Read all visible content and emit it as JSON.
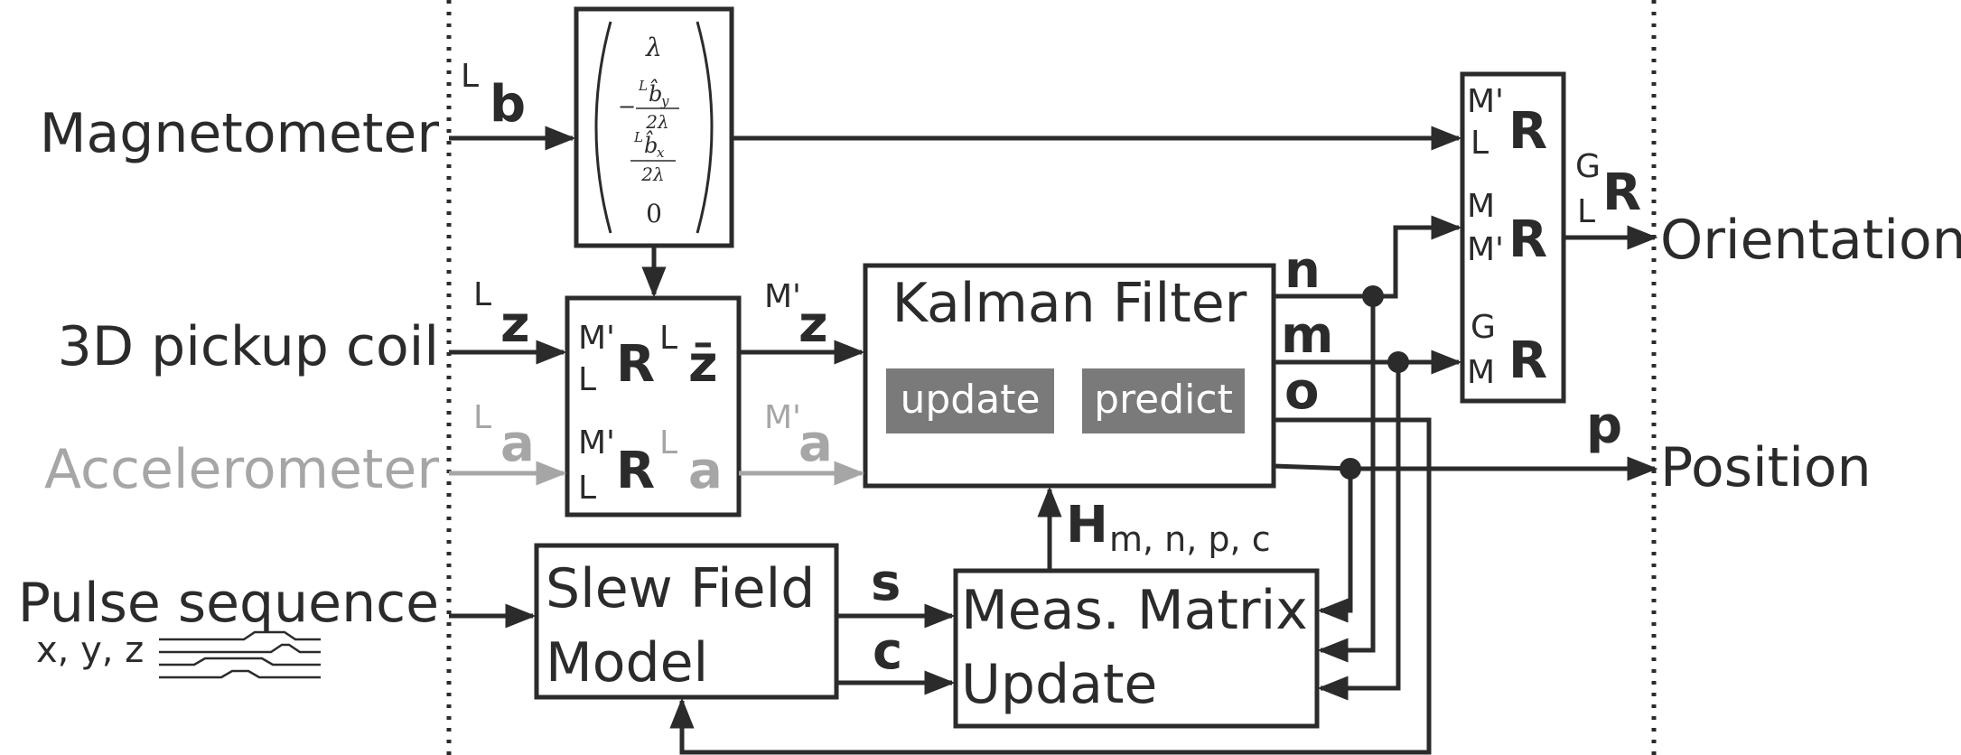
{
  "colors": {
    "fg": "#2b2b2b",
    "dim": "#a6a6a6",
    "btn": "#7a7a7a",
    "btn_text": "#ffffff"
  },
  "inputs": {
    "magnetometer": "Magnetometer",
    "pickup_coil": "3D pickup coil",
    "accelerometer": "Accelerometer",
    "pulse_sequence": "Pulse sequence",
    "pulse_axes": "x, y, z"
  },
  "outputs": {
    "orientation": "Orientation",
    "position": "Position"
  },
  "signals": {
    "b": "b",
    "b_frame": "L",
    "z": "z",
    "z_frame": "L",
    "a": "a",
    "a_frame": "L",
    "z_out": "z",
    "z_out_frame": "M'",
    "a_out": "a",
    "a_out_frame": "M'",
    "n": "n",
    "m": "m",
    "o": "o",
    "p": "p",
    "s": "s",
    "c": "c",
    "H": "H",
    "H_sub": "m, n, p, c",
    "GR": "R",
    "GR_sup": "G",
    "GR_sub": "L"
  },
  "matrix": {
    "r1": "λ",
    "r4": "0",
    "b_sym": "b̂",
    "y": "y",
    "x": "x",
    "den": "2λ",
    "minus": "−",
    "frame": "L"
  },
  "rotation": {
    "R": "R",
    "sup1": "M'",
    "sub1": "L",
    "z_bar": "z̄",
    "z_frame": "L",
    "sup2": "M'",
    "sub2": "L",
    "a": "a",
    "a_frame": "L"
  },
  "kalman": {
    "title": "Kalman Filter",
    "update": "update",
    "predict": "predict"
  },
  "slew": {
    "line1": "Slew Field",
    "line2": "Model"
  },
  "meas": {
    "line1": "Meas. Matrix",
    "line2": "Update"
  },
  "rblock": {
    "R": "R",
    "r1_sup": "M'",
    "r1_sub": "L",
    "r2_sup": "M",
    "r2_sub": "M'",
    "r3_sup": "G",
    "r3_sub": "M"
  }
}
